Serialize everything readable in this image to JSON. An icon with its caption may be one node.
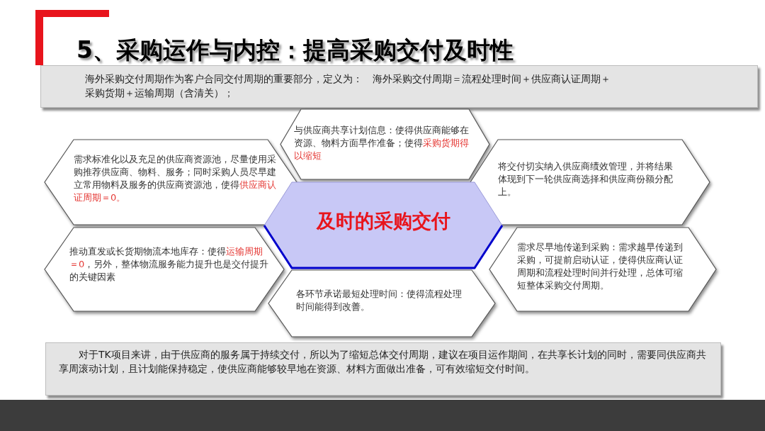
{
  "diagram": {
    "title": "5、采购运作与内控：提高采购交付及时性",
    "nodes": [
      {
        "text": [
          "海外采购交付周期作为客户合同交付周期的重要部分，定义为：　海外采购交付周期＝流程处理时间＋供应商认证周期＋采购货期＋运输周期（含清关）；"
        ]
      },
      {
        "text": [
          "与供应商共享计划信息：使得供应商能够在资源、物料方面早作准备；使得**采购货期得以缩短**"
        ]
      },
      {
        "text": [
          "需求标准化以及充足的供应商资源池，尽量使用采购推荐供应商、物料、服务；同时采购人员尽早建立常用物料及服务的供应商资源池，使得**供应商认证周期＝0。**"
        ]
      },
      {
        "text": [
          "将交付切实纳入供应商绩效管理，并将结果体现到下一轮供应商选择和供应商份额分配上。"
        ]
      },
      {
        "text": [
          "及时的采购交付"
        ]
      },
      {
        "text": [
          "推动直发或长货期物流本地库存：使得**运输周期＝0**，另外，整体物流服务能力提升也是交付提升的关键因素"
        ]
      },
      {
        "text": [
          "需求尽早地传递到采购：需求越早传递到采购，可提前启动认证，使得供应商认证周期和流程处理时间并行处理，总体可缩短整体采购交付周期。"
        ]
      },
      {
        "text": [
          "各环节承诺最短处理时间：使得流程处理时间能得到改善。"
        ]
      },
      {
        "text": [
          "对于TK项目来讲，由于供应商的服务属于持续交付，所以为了缩短总体交付周期，建议在项目运作期间，在共享长计划的同时，需要同供应商共享周滚动计划，且计划能保持稳定，使供应商能够较早地在资源、材料方面做出准备，可有效缩短交付时间。"
        ]
      }
    ],
    "edges": []
  }
}
